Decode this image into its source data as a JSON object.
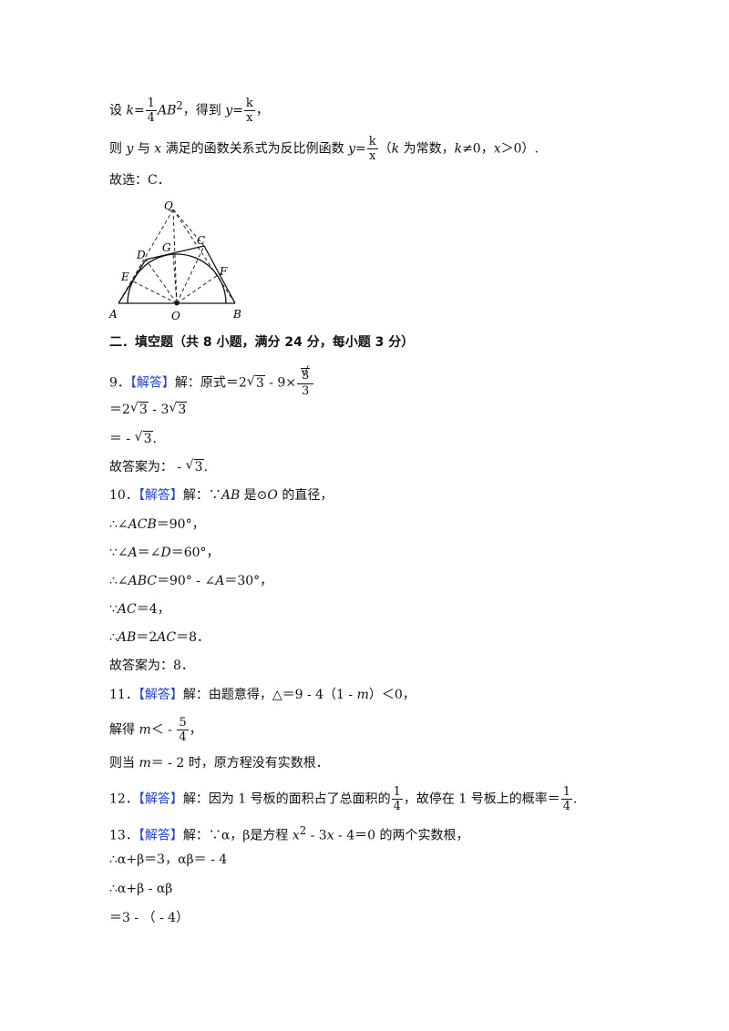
{
  "lines": {
    "l1": {
      "a": "设 ",
      "k": "k",
      "eq": "=",
      "f1n": "1",
      "f1d": "4",
      "ab": "AB",
      "sup": "2",
      "b": "，得到 ",
      "y": "y",
      "eq2": "=",
      "f2n": "k",
      "f2d": "x",
      "c": "，"
    },
    "l2": {
      "a": "则 ",
      "y": "y",
      "b": " 与 ",
      "x": "x",
      "c": " 满足的函数关系式为反比例函数 ",
      "y2": "y",
      "eq": "=",
      "fn": "k",
      "fd": "x",
      "d": "（",
      "k": "k",
      "e": " 为常数，",
      "k2": "k",
      "f": "≠0，",
      "x2": "x",
      "g": "＞0）."
    },
    "l3": "故选：C．",
    "section": "二．填空题（共 8 小题，满分 24 分，每小题 3 分）",
    "q9a": {
      "num": "9．",
      "tag": "【解答】",
      "t": "解：原式＝2",
      "r1": "3",
      "t2": " - 9×",
      "fn": "3",
      "fd": "3"
    },
    "q9b": {
      "t": "＝2",
      "r1": "3",
      "t2": " - 3",
      "r2": "3"
    },
    "q9c": {
      "t": "＝ - ",
      "r": "3",
      "t2": "."
    },
    "q9d": {
      "t": "故答案为： - ",
      "r": "3",
      "t2": "."
    },
    "q10a": {
      "num": "10．",
      "tag": "【解答】",
      "t": "解：∵",
      "ab": "AB",
      "t2": " 是⊙",
      "o": "O",
      "t3": " 的直径，"
    },
    "q10b": {
      "t": "∴∠",
      "v": "ACB",
      "t2": "＝90°，"
    },
    "q10c": {
      "t": "∵∠",
      "v": "A",
      "t2": "＝∠",
      "v2": "D",
      "t3": "＝60°，"
    },
    "q10d": {
      "t": "∴∠",
      "v": "ABC",
      "t2": "＝90° - ∠",
      "v2": "A",
      "t3": "＝30°，"
    },
    "q10e": {
      "t": "∵",
      "v": "AC",
      "t2": "＝4，"
    },
    "q10f": {
      "t": "∴",
      "v": "AB",
      "t2": "＝2",
      "v2": "AC",
      "t3": "＝8．"
    },
    "q10g": "故答案为：8．",
    "q11a": {
      "num": "11．",
      "tag": "【解答】",
      "t": "解：由题意得，△＝9 - 4（1 - ",
      "m": "m",
      "t2": "）＜0，"
    },
    "q11b": {
      "t": "解得 ",
      "m": "m",
      "t2": "＜ - ",
      "fn": "5",
      "fd": "4",
      "t3": "，"
    },
    "q11c": {
      "t": "则当 ",
      "m": "m",
      "t2": "＝ - 2 时，原方程没有实数根．"
    },
    "q12": {
      "num": "12．",
      "tag": "【解答】",
      "t": "解：因为 1 号板的面积占了总面积的",
      "fn": "1",
      "fd": "4",
      "t2": "，故停在 1 号板上的概率＝",
      "fn2": "1",
      "fd2": "4",
      "t3": "."
    },
    "q13a": {
      "num": "13．",
      "tag": "【解答】",
      "t": "解：∵α，β是方程 ",
      "x": "x",
      "sup": "2",
      "t2": " - 3",
      "x2": "x",
      "t3": " - 4＝0 的两个实数根，"
    },
    "q13b": "∴α+β＝3，αβ＝ - 4",
    "q13c": "∴α+β - αβ",
    "q13d": "＝3 - （ - 4）"
  },
  "figure": {
    "labels": {
      "Q": "Q",
      "C": "C",
      "D": "D",
      "G": "G",
      "E": "E",
      "F": "F",
      "A": "A",
      "O": "O",
      "B": "B"
    }
  },
  "sqrt_symbol": "√"
}
